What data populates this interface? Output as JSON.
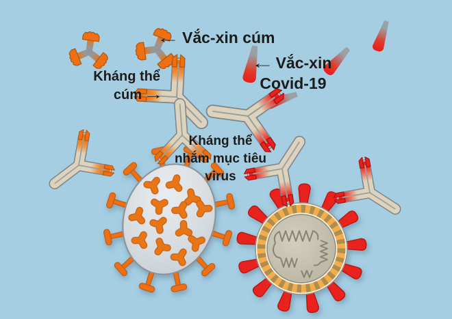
{
  "scene": {
    "background": "#a5cee3",
    "colors": {
      "orange": "#ee7013",
      "orange_dark": "#ad570f",
      "red": "#e8201e",
      "red_dark": "#9d1210",
      "antibody_beige": "#ddd2bc",
      "antibody_outline": "#7d848b",
      "flu_virus_body": "#d5dade",
      "corona_ring_cream": "#f8f3e4",
      "corona_ring_orange": "#f2ad4e",
      "corona_ring_tan": "#b08d4b",
      "corona_core": "#c6c1b0",
      "rna_gray": "#8a8373",
      "text": "#1b1b1b"
    }
  },
  "icons": {
    "arrow_left": "←",
    "arrow_right": "→"
  },
  "labels": {
    "flu_vaccine": {
      "text": "Vắc-xin cúm"
    },
    "covid_vaccine": {
      "line1": "Vắc-xin",
      "line2": "Covid-19"
    },
    "flu_antibody": {
      "line1": "Kháng thể",
      "line2": "cúm"
    },
    "virus_targeting_antibody": {
      "line1": "Kháng thể",
      "line2": "nhắm mục tiêu",
      "line3": "virus"
    }
  }
}
